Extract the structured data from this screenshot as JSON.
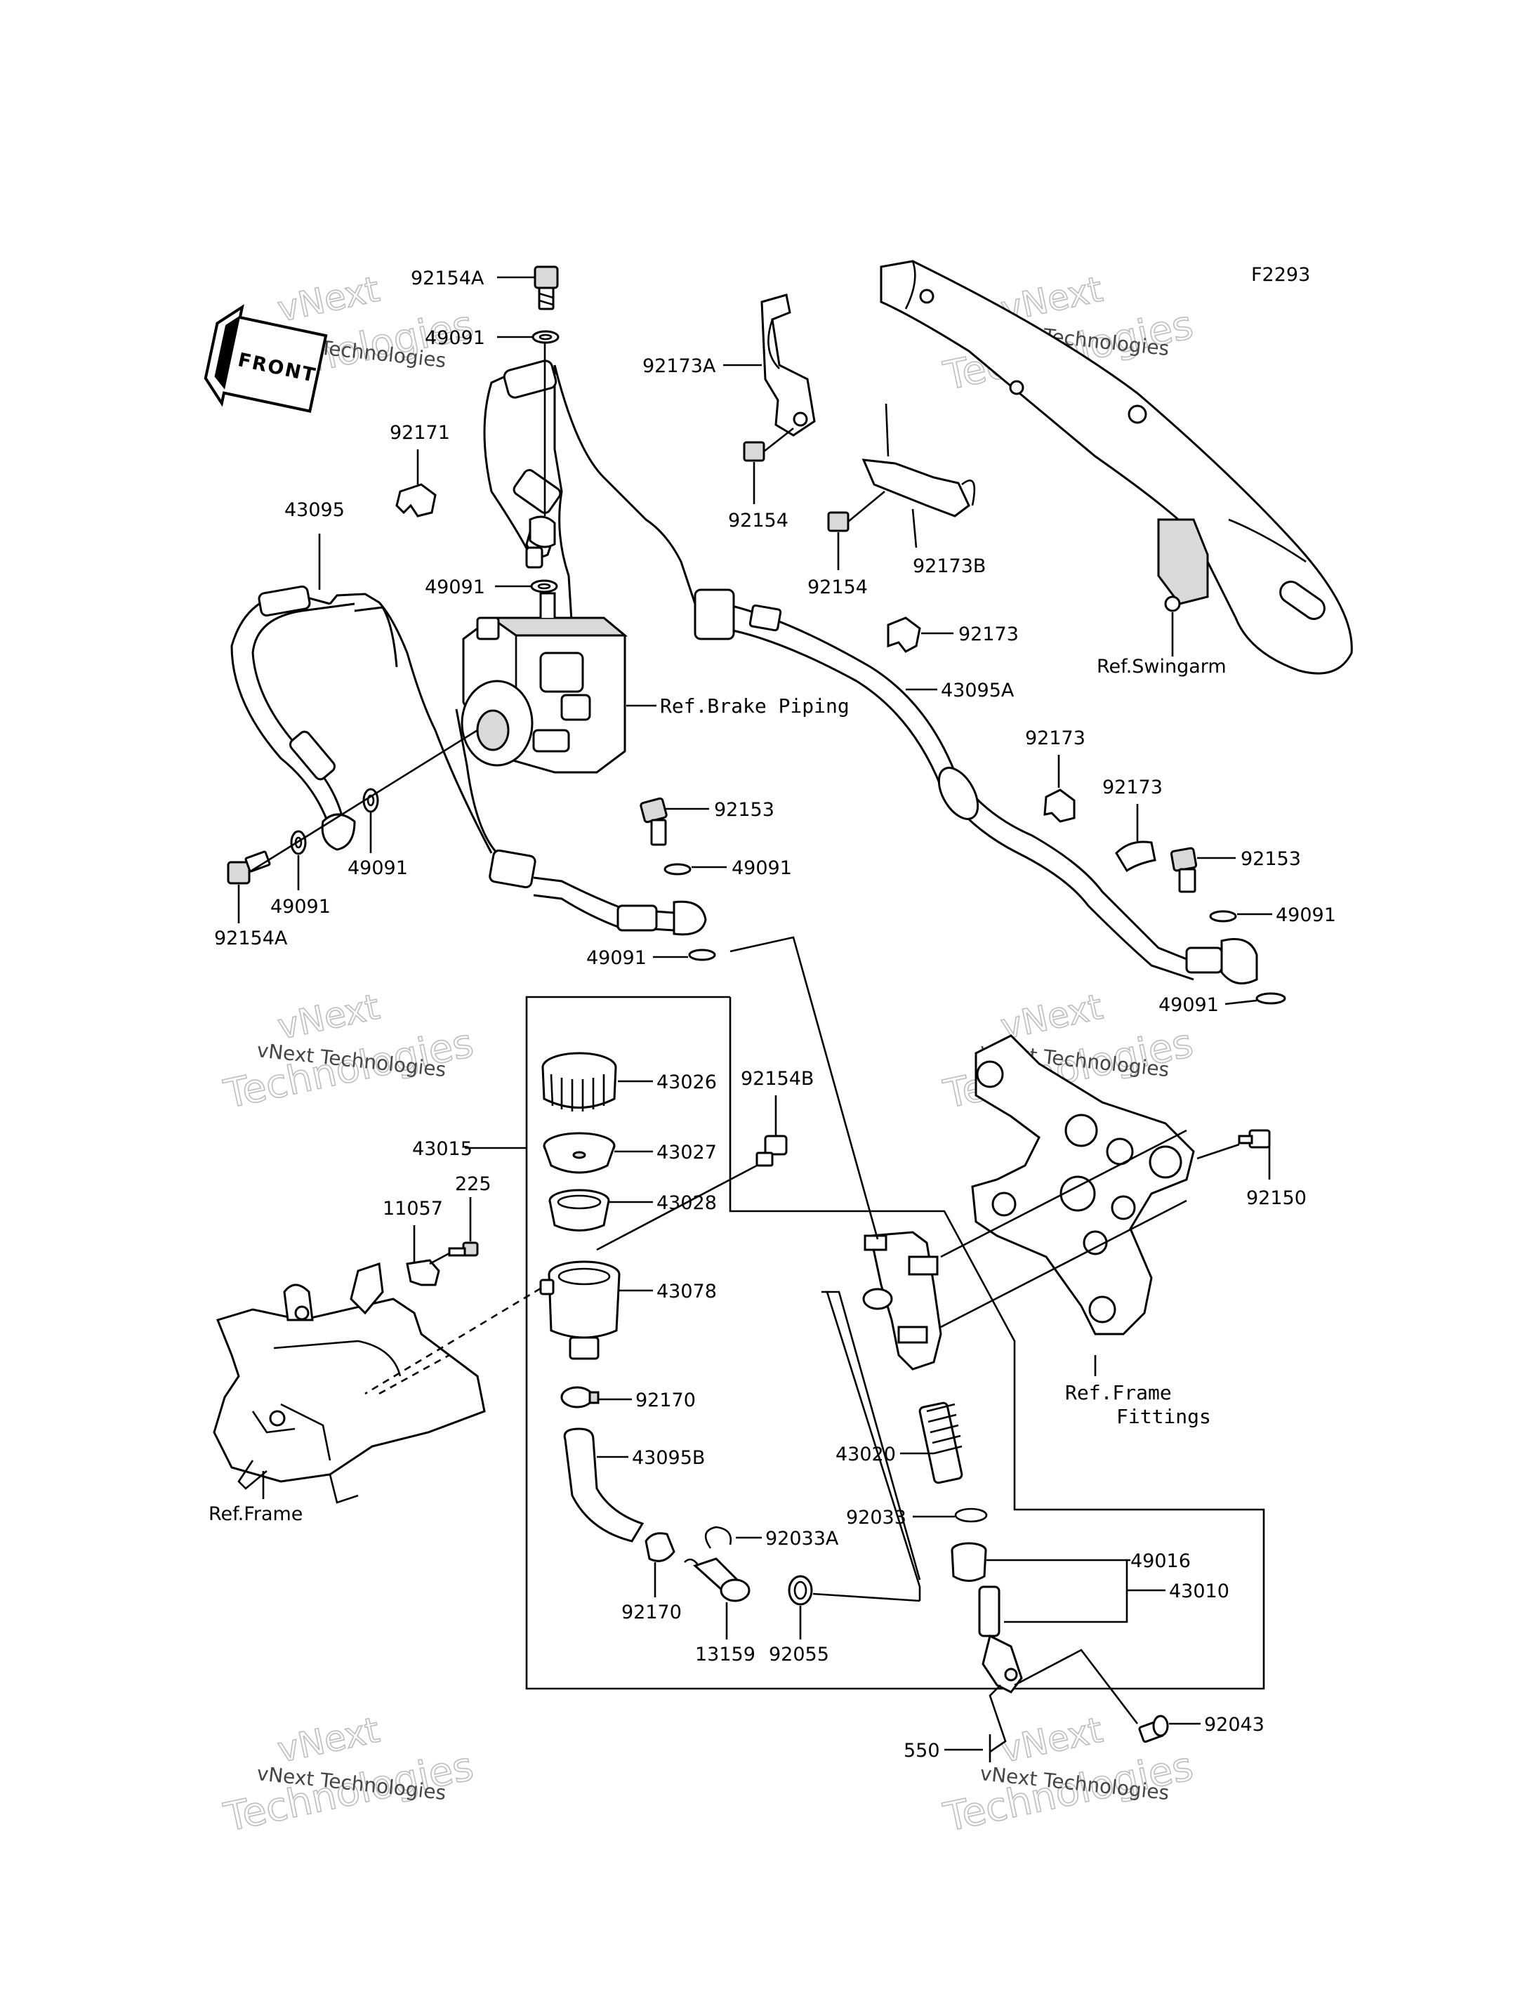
{
  "figure_code": "F2293",
  "front_tag": "FRONT",
  "watermark": {
    "brand": "vNext",
    "line1": "vNext Technologies",
    "line2": "Technologies"
  },
  "part_numbers": {
    "p92154A_top": "92154A",
    "p49091_top": "49091",
    "p92171": "92171",
    "p43095": "43095",
    "p49091_mid": "49091",
    "ref_brake_piping": "Ref.Brake Piping",
    "p49091_left": "49091",
    "p49091_left2": "49091",
    "p92154A_bottom": "92154A",
    "p92153_center": "92153",
    "p49091_center1": "49091",
    "p49091_center2": "49091",
    "p92173A": "92173A",
    "p92154_a": "92154",
    "p92154_b": "92154",
    "p92173B": "92173B",
    "p92173_a": "92173",
    "p43095A": "43095A",
    "ref_swingarm": "Ref.Swingarm",
    "p92173_b": "92173",
    "p92173_c": "92173",
    "p92153_right": "92153",
    "p49091_right1": "49091",
    "p49091_right2": "49091",
    "p43026": "43026",
    "p43027": "43027",
    "p43028": "43028",
    "p43015": "43015",
    "p43078": "43078",
    "p92154B": "92154B",
    "p225": "225",
    "p11057": "11057",
    "p92170_a": "92170",
    "p43095B": "43095B",
    "p92033A": "92033A",
    "p92170_b": "92170",
    "p13159": "13159",
    "p92055": "92055",
    "ref_frame": "Ref.Frame",
    "p92150": "92150",
    "ref_frame_fittings_1": "Ref.Frame",
    "ref_frame_fittings_2": "Fittings",
    "p43020": "43020",
    "p92033": "92033",
    "p49016": "49016",
    "p43010": "43010",
    "p92043": "92043",
    "p550": "550"
  }
}
